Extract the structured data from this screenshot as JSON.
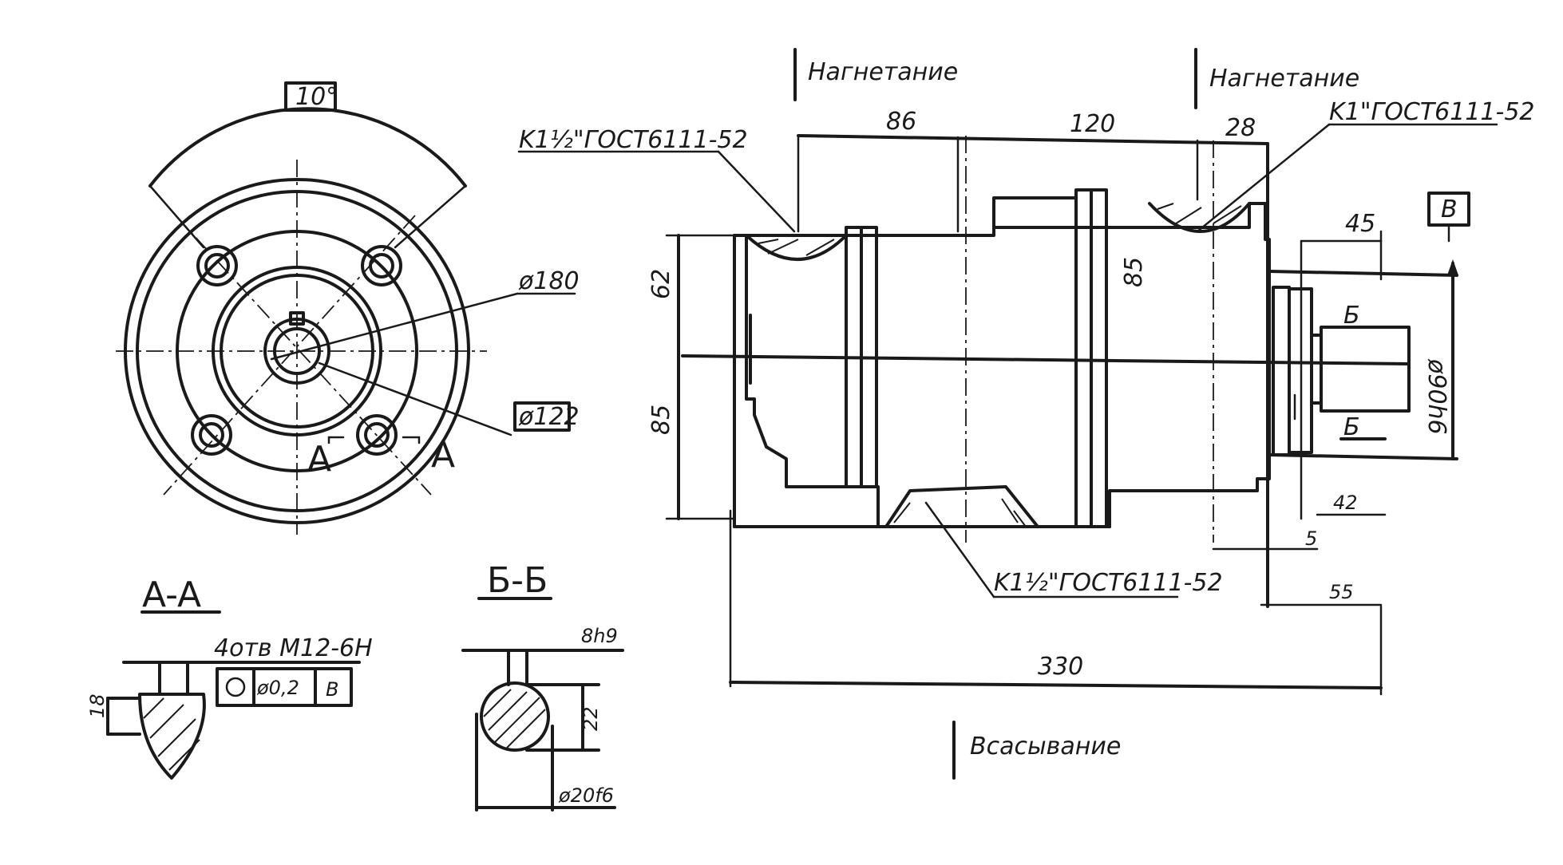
{
  "labels": {
    "angle_box": "10°",
    "dia_180": "ø180",
    "dia_122": "ø122",
    "section_mark_a_left": "A",
    "section_mark_a_right": "A",
    "section_aa_title": "A-A",
    "section_bb_title": "Б-Б",
    "thread_spec": "4отв M12-6H",
    "tolerance_value": "ø0,2",
    "datum_b_ref": "В",
    "aa_height": "18",
    "bb_width": "8h9",
    "bb_height": "22",
    "bb_dia": "ø20f6",
    "pressure_top_left": "Нагнетание",
    "pressure_top_right": "Нагнетание",
    "suction_bottom": "Всасывание",
    "thread_k_top_left": "K1½\"ГОСТ6111-52",
    "thread_k_top_right": "K1\"ГОСТ6111-52",
    "thread_k_bottom": "K1½\"ГОСТ6111-52",
    "dim_86": "86",
    "dim_120": "120",
    "dim_28": "28",
    "dim_62": "62",
    "dim_85_left": "85",
    "dim_85_center": "85",
    "dim_45": "45",
    "dim_90h6": "ø90h6",
    "dim_42": "42",
    "dim_5": "5",
    "dim_55": "55",
    "dim_330": "330",
    "section_b_label_top": "Б",
    "section_b_label_bottom": "Б",
    "datum_b_box": "В"
  }
}
